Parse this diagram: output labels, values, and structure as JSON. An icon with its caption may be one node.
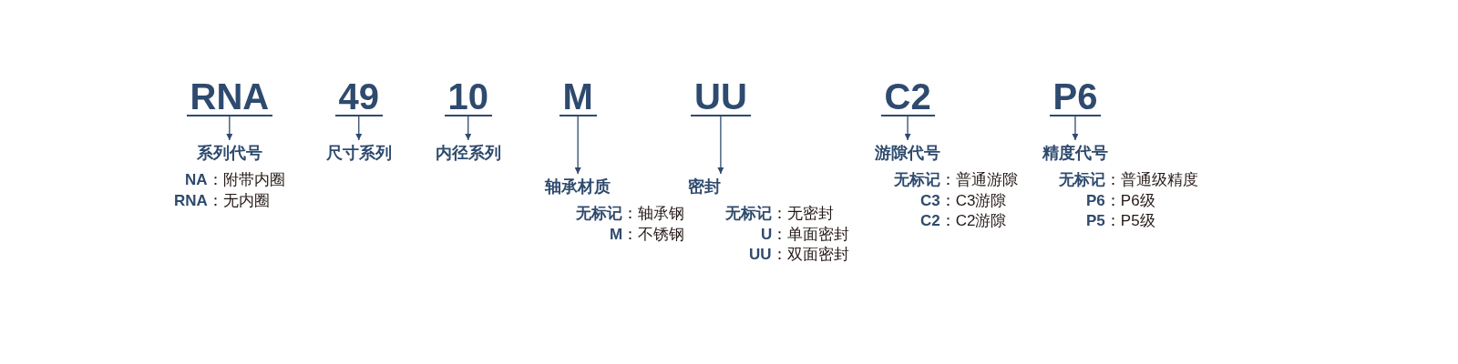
{
  "diagram": {
    "nodes": [
      {
        "text": [
          "RNA"
        ]
      },
      {
        "text": [
          "49"
        ]
      },
      {
        "text": [
          "10"
        ]
      },
      {
        "text": [
          "M"
        ]
      },
      {
        "text": [
          "UU"
        ]
      },
      {
        "text": [
          "C2"
        ]
      },
      {
        "text": [
          "P6"
        ]
      },
      {
        "text": [
          "系列代号"
        ],
        "beside": [
          "**NA**：附带内圈",
          "**RNA**：无内圈"
        ]
      },
      {
        "text": [
          "尺寸系列"
        ]
      },
      {
        "text": [
          "内径系列"
        ]
      },
      {
        "text": [
          "轴承材质"
        ],
        "beside": [
          "**无标记**：轴承钢",
          "**M**：不锈钢"
        ]
      },
      {
        "text": [
          "密封"
        ],
        "beside": [
          "**无标记**：无密封",
          "**U**：单面密封",
          "**UU**：双面密封"
        ]
      },
      {
        "text": [
          "游隙代号"
        ],
        "beside": [
          "**无标记**：普通游隙",
          "**C3**：C3游隙",
          "**C2**：C2游隙"
        ]
      },
      {
        "text": [
          "精度代号"
        ],
        "beside": [
          "**无标记**：普通级精度",
          "**P6**：P6级",
          "**P5**：P5级"
        ]
      }
    ],
    "edges": [
      {
        "from": 0,
        "to": 7,
        "arrow": "to"
      },
      {
        "from": 1,
        "to": 8,
        "arrow": "to"
      },
      {
        "from": 2,
        "to": 9,
        "arrow": "to"
      },
      {
        "from": 3,
        "to": 10,
        "arrow": "to"
      },
      {
        "from": 4,
        "to": 11,
        "arrow": "to"
      },
      {
        "from": 5,
        "to": 12,
        "arrow": "to"
      },
      {
        "from": 6,
        "to": 13,
        "arrow": "to"
      }
    ]
  }
}
